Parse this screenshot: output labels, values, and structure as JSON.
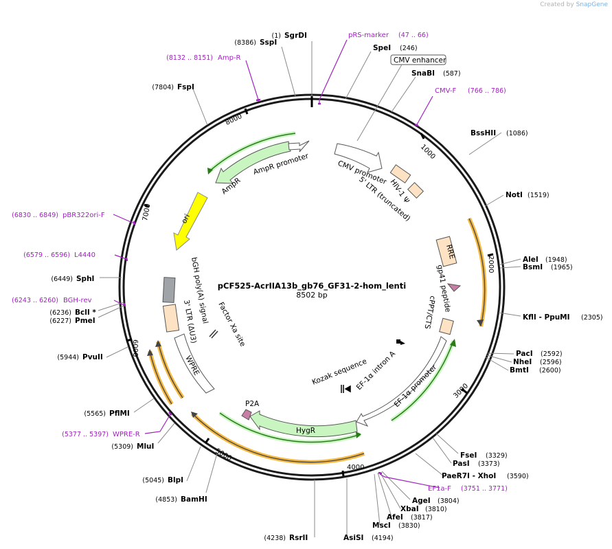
{
  "credit": {
    "prefix": "Created by",
    "brand": "SnapGene"
  },
  "plasmid": {
    "name": "pCF525-AcrIIA13b_gb76_GF31-2-hom_lenti",
    "length": "8502 bp"
  },
  "ticks": [
    "1000",
    "2000",
    "3000",
    "4000",
    "5000",
    "6000",
    "7000",
    "8000"
  ],
  "enzymes": [
    {
      "name": "SgrDI",
      "pos": "(1)"
    },
    {
      "name": "SspI",
      "pos": "(8386)"
    },
    {
      "name": "SpeI",
      "pos": "(246)"
    },
    {
      "name": "SnaBI",
      "pos": "(587)"
    },
    {
      "name": "BssHII",
      "pos": "(1086)"
    },
    {
      "name": "NotI",
      "pos": "(1519)"
    },
    {
      "name": "AleI",
      "pos": "(1948)"
    },
    {
      "name": "BsmI",
      "pos": "(1965)"
    },
    {
      "name": "KflI  - PpuMI",
      "pos": "(2305)"
    },
    {
      "name": "PacI",
      "pos": "(2592)"
    },
    {
      "name": "NheI",
      "pos": "(2596)"
    },
    {
      "name": "BmtI",
      "pos": "(2600)"
    },
    {
      "name": "FseI",
      "pos": "(3329)"
    },
    {
      "name": "PasI",
      "pos": "(3373)"
    },
    {
      "name": "PaeR7I  - XhoI",
      "pos": "(3590)"
    },
    {
      "name": "AgeI",
      "pos": "(3804)"
    },
    {
      "name": "XbaI",
      "pos": "(3810)"
    },
    {
      "name": "AfeI",
      "pos": "(3817)"
    },
    {
      "name": "MscI",
      "pos": "(3830)"
    },
    {
      "name": "AsiSI",
      "pos": "(4194)"
    },
    {
      "name": "RsrII",
      "pos": "(4238)"
    },
    {
      "name": "BamHI",
      "pos": "(4853)"
    },
    {
      "name": "BlpI",
      "pos": "(5045)"
    },
    {
      "name": "MluI",
      "pos": "(5309)"
    },
    {
      "name": "PflMI",
      "pos": "(5565)"
    },
    {
      "name": "PvuII",
      "pos": "(5944)"
    },
    {
      "name": "PmeI",
      "pos": "(6227)"
    },
    {
      "name": "BclI *",
      "pos": "(6236)"
    },
    {
      "name": "SphI",
      "pos": "(6449)"
    },
    {
      "name": "FspI",
      "pos": "(7804)"
    }
  ],
  "primers": [
    {
      "name": "pRS-marker",
      "range": "(47 .. 66)"
    },
    {
      "name": "CMV-F",
      "range": "(766 .. 786)"
    },
    {
      "name": "EF1a-F",
      "range": "(3751 .. 3771)"
    },
    {
      "name": "WPRE-R",
      "range": "(5377 .. 5397)"
    },
    {
      "name": "BGH-rev",
      "range": "(6243 .. 6260)"
    },
    {
      "name": "L4440",
      "range": "(6579 .. 6596)"
    },
    {
      "name": "pBR322ori-F",
      "range": "(6830 .. 6849)"
    },
    {
      "name": "Amp-R",
      "range": "(8132 .. 8151)"
    }
  ],
  "features": {
    "cmv_enhancer": "CMV enhancer",
    "cmv_promoter": "CMV promoter",
    "ltr5": "5' LTR (truncated)",
    "hiv_psi": "HIV-1 Ψ",
    "rre": "RRE",
    "gp41": "gp41 peptide",
    "cppt": "cPPT/CTS",
    "ef1a_intron": "EF-1α intron A",
    "ef1a_promoter": "EF-1α promoter",
    "kozak": "Kozak sequence",
    "hygr": "HygR",
    "p2a": "P2A",
    "factor_xa": "Factor Xa site",
    "wpre": "WPRE",
    "ltr3": "3' LTR (ΔU3)",
    "bgh": "bGH poly(A) signal",
    "ori": "ori",
    "ampr": "AmpR",
    "ampr_promoter": "AmpR promoter"
  },
  "colors": {
    "backbone": "#1a1a1a",
    "gene_green_fill": "#c8f5c0",
    "gene_green_stroke": "#2a7a1a",
    "orange_highlight": "#f5b942",
    "ori": "#ffff00",
    "ltr": "#fde2c4",
    "pink_arrow": "#c77fa5",
    "polyA": "#a0a4a8",
    "primer": "#a020c0"
  }
}
